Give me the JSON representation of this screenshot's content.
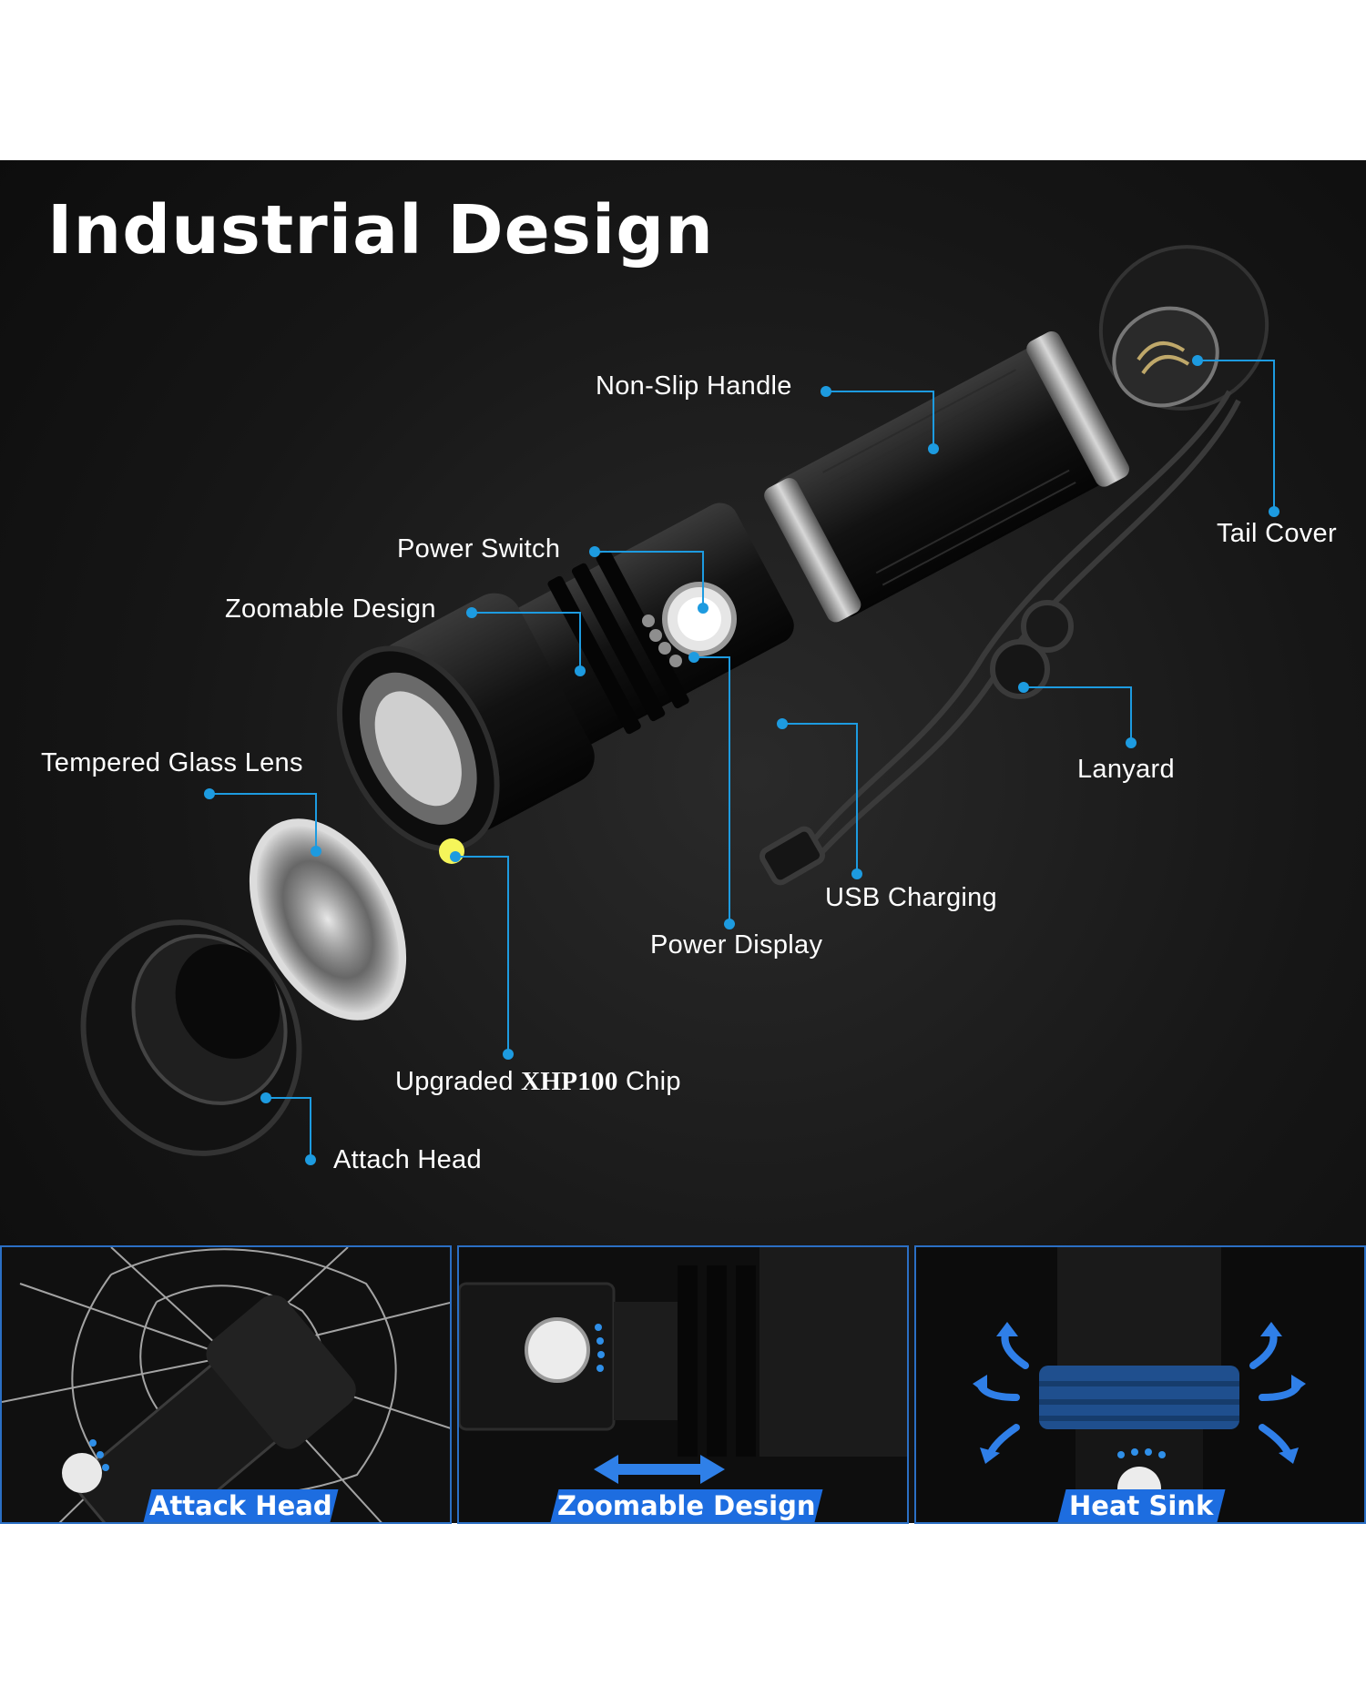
{
  "title": "Industrial Design",
  "labels": {
    "non_slip_handle": "Non-Slip Handle",
    "tail_cover": "Tail Cover",
    "power_switch": "Power Switch",
    "zoomable_design": "Zoomable Design",
    "lanyard": "Lanyard",
    "tempered_glass_lens": "Tempered Glass Lens",
    "usb_charging": "USB Charging",
    "power_display": "Power Display",
    "upgraded_prefix": "Upgraded",
    "chip_name": "XHP100",
    "chip_suffix": "Chip",
    "attach_head": "Attach Head"
  },
  "thumbnails": [
    {
      "caption": "Attack Head"
    },
    {
      "caption": "Zoomable Design"
    },
    {
      "caption": "Heat Sink"
    }
  ],
  "colors": {
    "accent": "#1d9be0",
    "badge": "#1d6de0",
    "panel": "#141414",
    "text": "#ffffff"
  }
}
